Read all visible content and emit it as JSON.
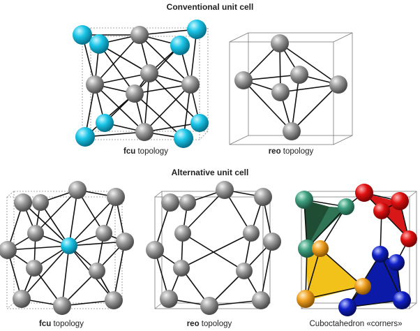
{
  "titles": {
    "conventional": "Conventional unit cell",
    "alternative": "Alternative unit cell"
  },
  "captions": {
    "fcu_top": {
      "bold": "fcu",
      "rest": " topology"
    },
    "reo_top": {
      "bold": "reo",
      "rest": " topology"
    },
    "fcu_bottom": {
      "bold": "fcu",
      "rest": " topology"
    },
    "reo_bottom": {
      "bold": "reo",
      "rest": " topology"
    },
    "corners": {
      "bold": "",
      "rest": "Cuboctahedron «corners»"
    }
  },
  "colors": {
    "grey_atom": "#8f8f8f",
    "cyan_atom": "#19c4e6",
    "green_atom": "#3f9f80",
    "red_atom": "#e01010",
    "orange_atom": "#f0a020",
    "blue_atom": "#1020c8",
    "green_face": "#1f4d33",
    "red_face": "#d81818",
    "orange_face": "#f2c21a",
    "blue_face": "#0c1aa8"
  }
}
